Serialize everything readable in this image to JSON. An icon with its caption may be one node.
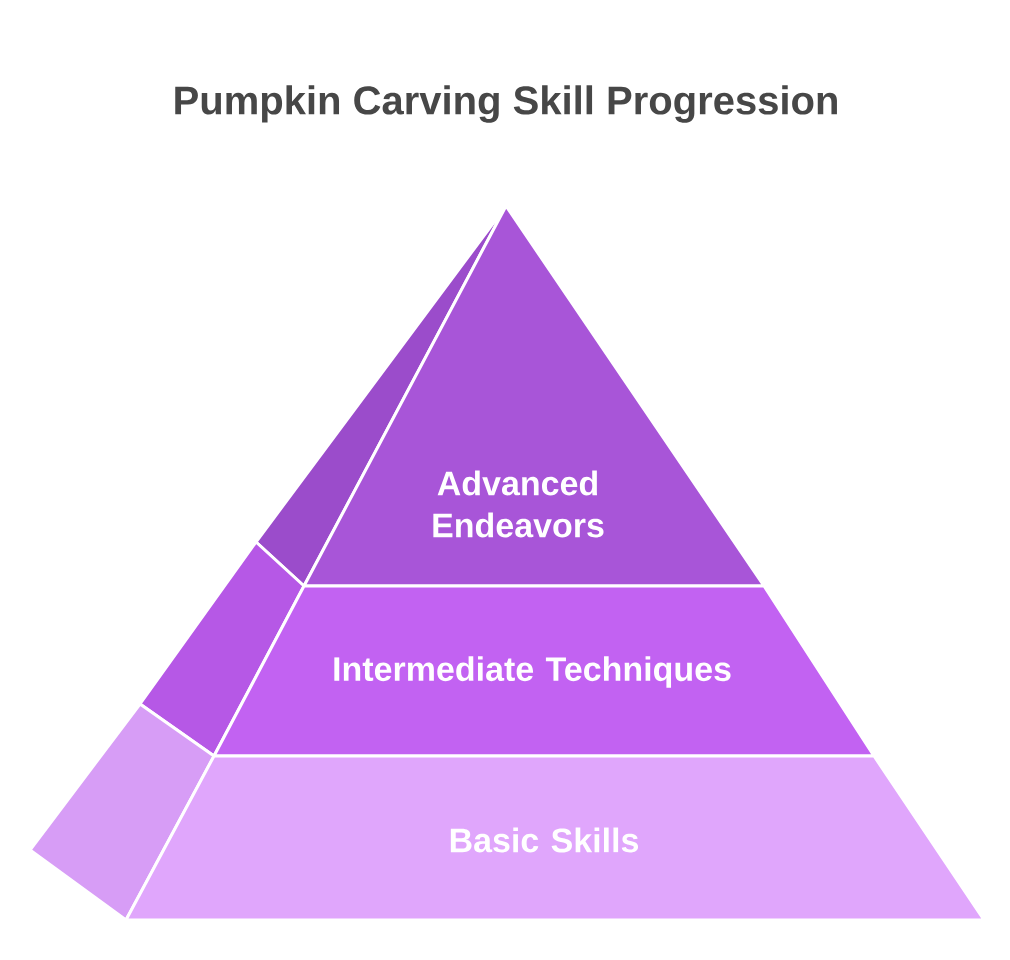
{
  "diagram": {
    "title": "Pumpkin Carving Skill Progression",
    "nodes": [
      {
        "text": [
          "Advanced Endeavors"
        ]
      },
      {
        "text": [
          "Intermediate Techniques"
        ]
      },
      {
        "text": [
          "Basic Skills"
        ]
      }
    ]
  }
}
